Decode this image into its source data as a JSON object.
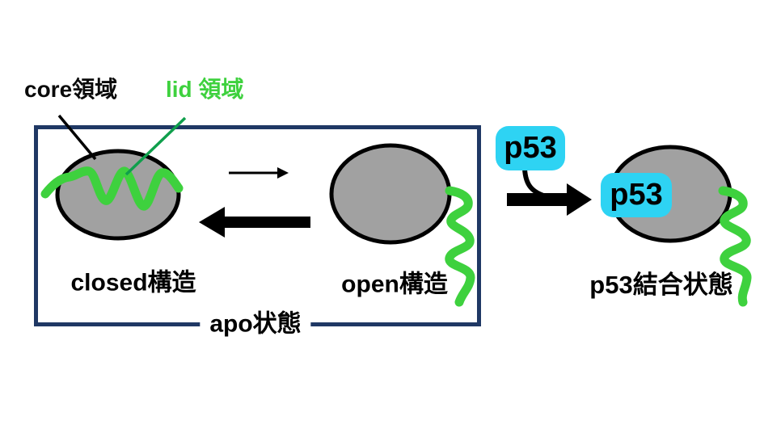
{
  "diagram": {
    "labels": {
      "core_region": "core領域",
      "lid_region": "lid 領域",
      "closed_structure": "closed構造",
      "open_structure": "open構造",
      "apo_state": "apo状態",
      "p53": "p53",
      "p53_bound_state": "p53結合状態"
    },
    "colors": {
      "navy": "#1f3864",
      "green": "#3ed13e",
      "dark_green": "#0f9f4c",
      "cyan": "#2ed3f3",
      "gray": "#a1a1a1",
      "black": "#000000"
    }
  }
}
